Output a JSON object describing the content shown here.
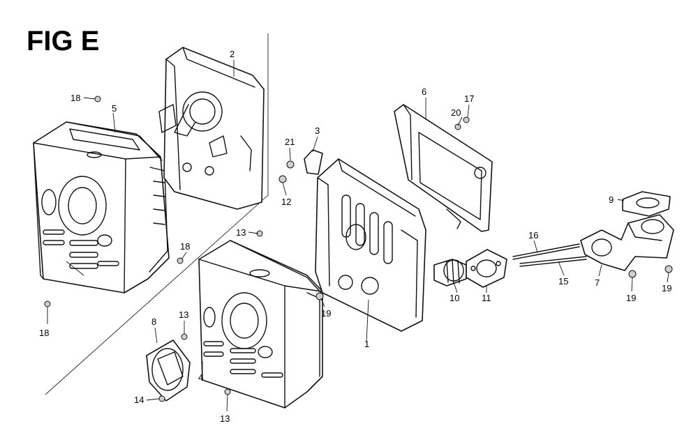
{
  "figure": {
    "title": "FIG E"
  },
  "callouts": [
    {
      "id": "c1",
      "text": "1"
    },
    {
      "id": "c2",
      "text": "2"
    },
    {
      "id": "c3",
      "text": "3"
    },
    {
      "id": "c4",
      "text": "4"
    },
    {
      "id": "c5",
      "text": "5"
    },
    {
      "id": "c6",
      "text": "6"
    },
    {
      "id": "c7",
      "text": "7"
    },
    {
      "id": "c8",
      "text": "8"
    },
    {
      "id": "c9",
      "text": "9"
    },
    {
      "id": "c10",
      "text": "10"
    },
    {
      "id": "c11",
      "text": "11"
    },
    {
      "id": "c12",
      "text": "12"
    },
    {
      "id": "c13a",
      "text": "13"
    },
    {
      "id": "c13b",
      "text": "13"
    },
    {
      "id": "c13c",
      "text": "13"
    },
    {
      "id": "c14",
      "text": "14"
    },
    {
      "id": "c15",
      "text": "15"
    },
    {
      "id": "c16",
      "text": "16"
    },
    {
      "id": "c17",
      "text": "17"
    },
    {
      "id": "c18a",
      "text": "18"
    },
    {
      "id": "c18b",
      "text": "18"
    },
    {
      "id": "c18c",
      "text": "18"
    },
    {
      "id": "c19a",
      "text": "19"
    },
    {
      "id": "c19b",
      "text": "19"
    },
    {
      "id": "c19c",
      "text": "19"
    },
    {
      "id": "c20",
      "text": "20"
    },
    {
      "id": "c21",
      "text": "21"
    }
  ]
}
